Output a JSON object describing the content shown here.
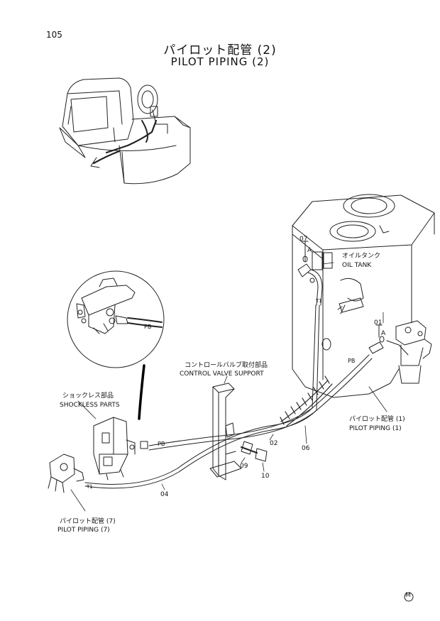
{
  "page": {
    "number": "105",
    "title_jp": "パイロット配管 (2)",
    "title_en": "PILOT PIPING (2)"
  },
  "labels": {
    "oil_tank_jp": "オイルタンク",
    "oil_tank_en": "OIL TANK",
    "control_valve_support_jp": "コントロールバルブ取付部品",
    "control_valve_support_en": "CONTROL VALVE SUPPORT",
    "shockless_parts_jp": "ショックレス部品",
    "shockless_parts_en": "SHOCKLESS PARTS",
    "pilot_piping_1_jp": "パイロット配管 (1)",
    "pilot_piping_1_en": "PILOT PIPING (1)",
    "pilot_piping_7_jp": "パイロット配管 (7)",
    "pilot_piping_7_en": "PILOT PIPING (7)"
  },
  "part_numbers": {
    "p01": "01",
    "p02": "02",
    "p04": "04",
    "p06": "06",
    "p07": "07",
    "p09": "09",
    "p10": "10"
  },
  "port_labels": {
    "a_top": "A",
    "a_right": "A",
    "t1_top": "T1",
    "t1_bottom": "T1",
    "pb_detail": "PB",
    "pb_right": "PB",
    "pb_left": "PB"
  },
  "corner_mark": "M"
}
